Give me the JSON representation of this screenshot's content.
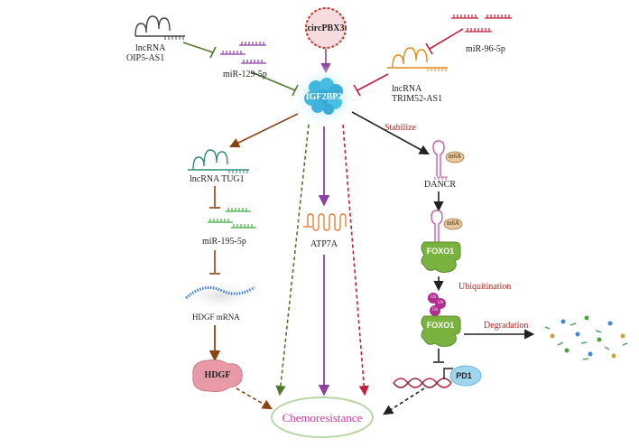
{
  "nodes": {
    "circ": "circPBX3",
    "igf": "IGF2BP2",
    "oip5_line1": "lncRNA",
    "oip5_line2": "OIP5-AS1",
    "mir129": "miR-129-5p",
    "mir96": "miR-96-5p",
    "trim_line1": "lncRNA",
    "trim_line2": "TRIM52-AS1",
    "tug1": "lncRNA TUG1",
    "mir195": "miR-195-5p",
    "hdgfmrna": "HDGF mRNA",
    "hdgf": "HDGF",
    "atp7a": "ATP7A",
    "dancr": "DANCR",
    "m6a_1": "m6A",
    "m6a_2": "m6A",
    "foxo1_1": "FOXO1",
    "foxo1_2": "FOXO1",
    "ub_1": "Ub",
    "ub_2": "Ub",
    "ub_3": "Ub",
    "pd1": "PD1",
    "chemo": "Chemoresistance"
  },
  "edge_labels": {
    "stabilize": "Stabilize",
    "ubiquitination": "Ubiquitination",
    "degradation": "Degradation"
  },
  "colors": {
    "brown": "#8b4513",
    "green": "#4e7a2a",
    "red": "#c41e3a",
    "purple": "#8e3fa3",
    "black": "#222222",
    "cyan": "#3fb8e0",
    "label_red": "#b3261e",
    "chemo_text": "#c23aa8"
  }
}
